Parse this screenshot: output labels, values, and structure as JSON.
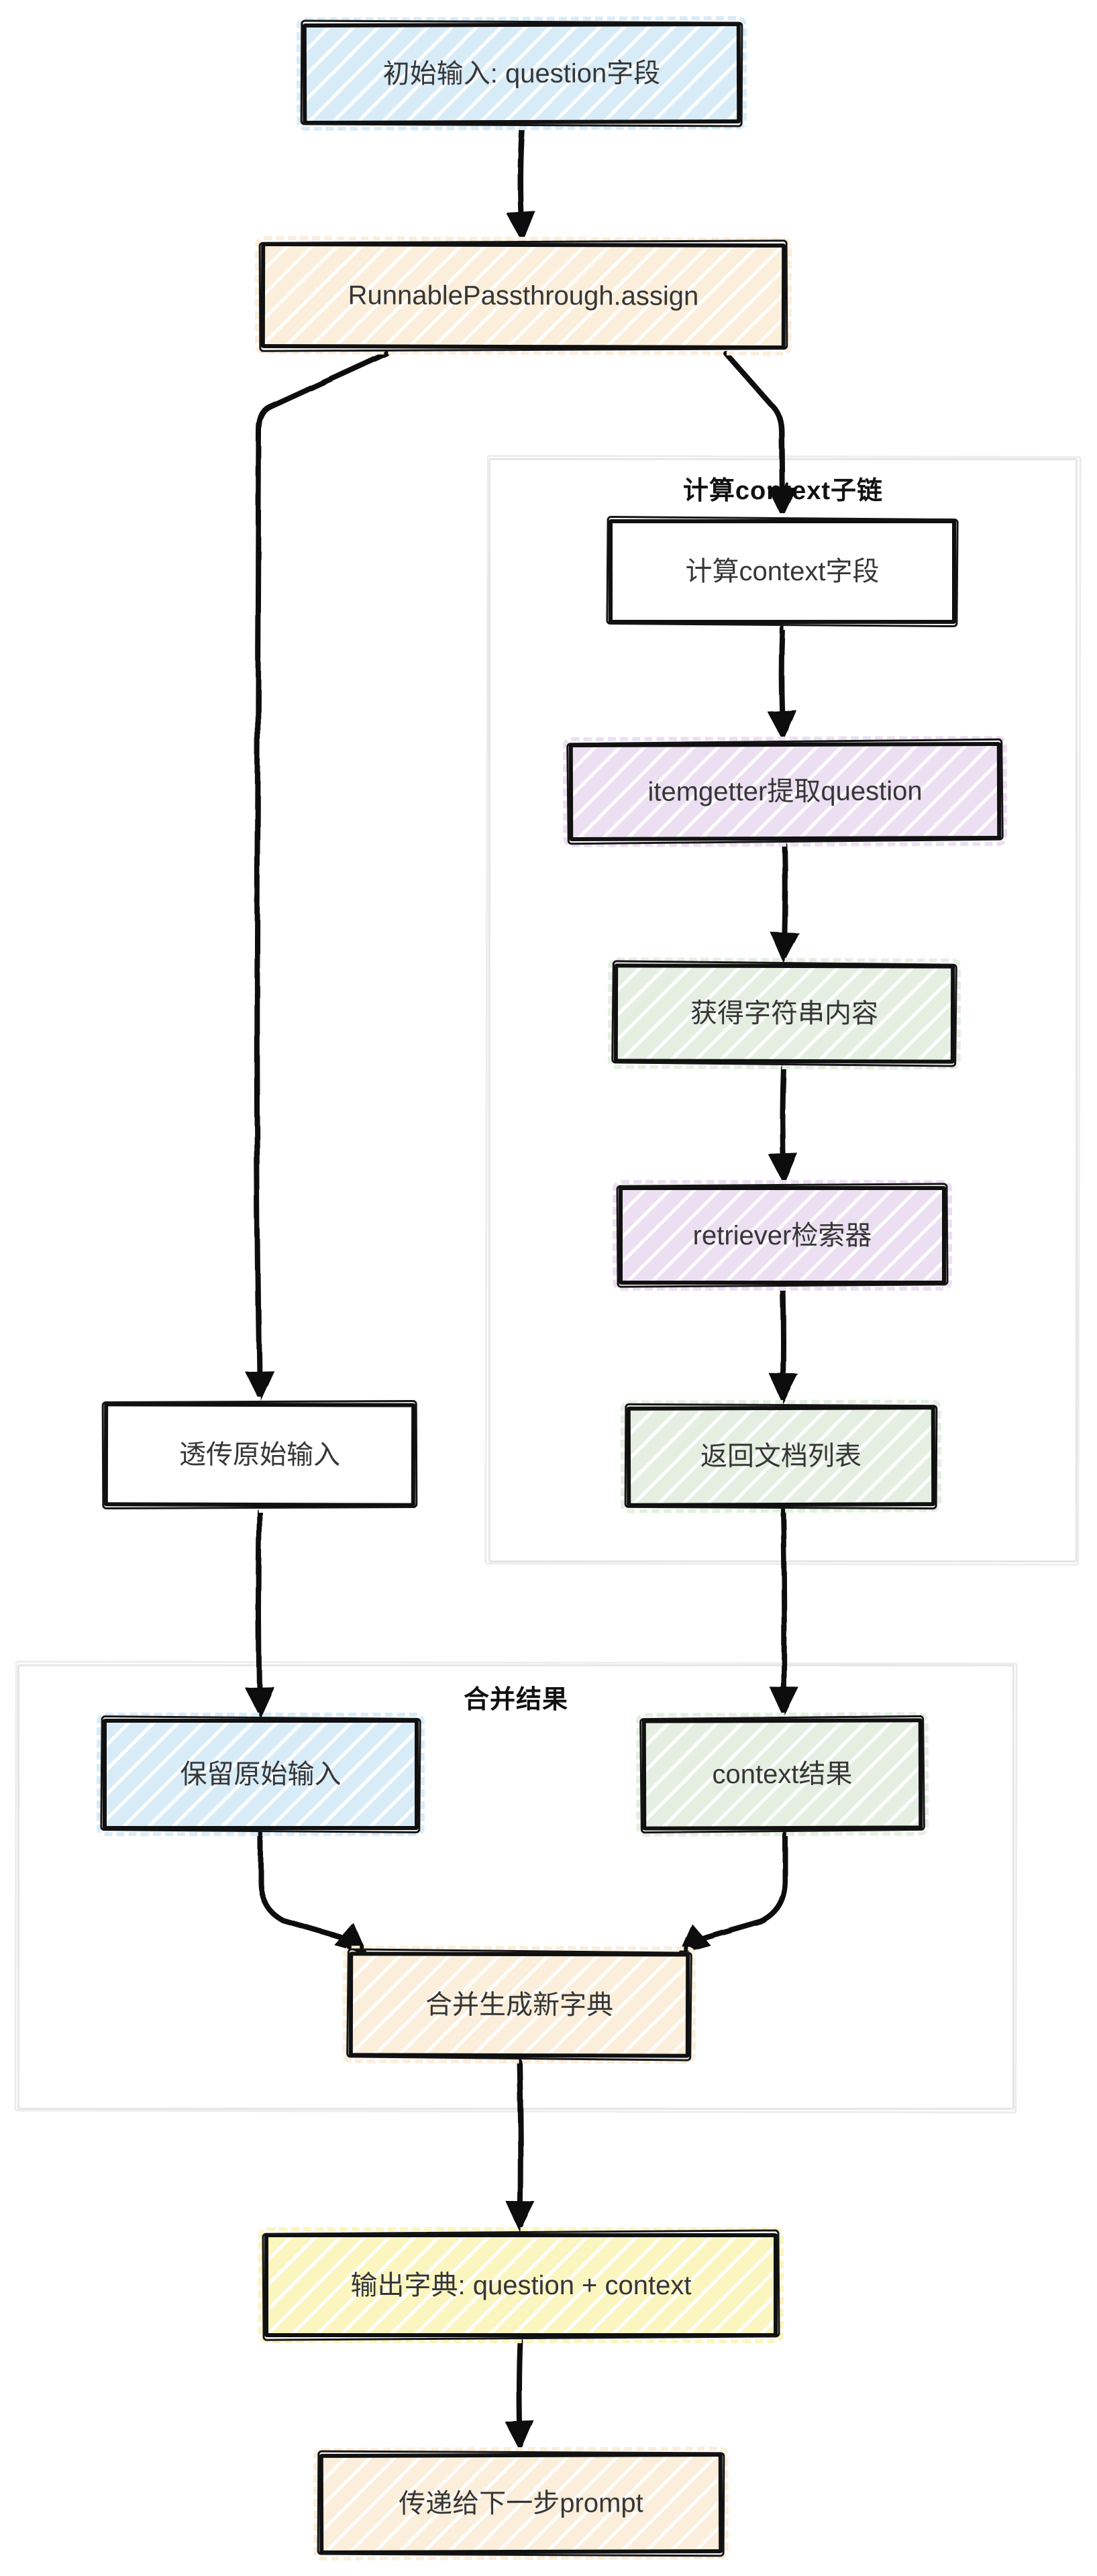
{
  "diagram": {
    "nodes": {
      "start": {
        "label": "初始输入: question字段",
        "fill": "#d8ecf8"
      },
      "assign": {
        "label": "RunnablePassthrough.assign",
        "fill": "#fbeeda"
      },
      "calc_context": {
        "label": "计算context字段",
        "fill": "#ffffff"
      },
      "itemgetter": {
        "label": "itemgetter提取question",
        "fill": "#ecdff2"
      },
      "get_string": {
        "label": "获得字符串内容",
        "fill": "#e4efe2"
      },
      "retriever": {
        "label": "retriever检索器",
        "fill": "#ecdff2"
      },
      "return_docs": {
        "label": "返回文档列表",
        "fill": "#e4efe2"
      },
      "passthrough": {
        "label": "透传原始输入",
        "fill": "#ffffff"
      },
      "keep_input": {
        "label": "保留原始输入",
        "fill": "#d8ecf8"
      },
      "context_result": {
        "label": "context结果",
        "fill": "#e4efe2"
      },
      "merge_dict": {
        "label": "合并生成新字典",
        "fill": "#fbeeda"
      },
      "output_dict": {
        "label": "输出字典: question + context",
        "fill": "#fbf5c0"
      },
      "next_prompt": {
        "label": "传递给下一步prompt",
        "fill": "#fbeeda"
      }
    },
    "clusters": {
      "context_chain": {
        "label": "计算context子链"
      },
      "merge_group": {
        "label": "合并结果"
      }
    },
    "colors": {
      "edge": "#0b0b0b",
      "node_border": "#101010",
      "node_text": "#363636",
      "cluster_border": "#e6e6e6",
      "cluster_text": "#111111",
      "background": "#ffffff"
    }
  }
}
